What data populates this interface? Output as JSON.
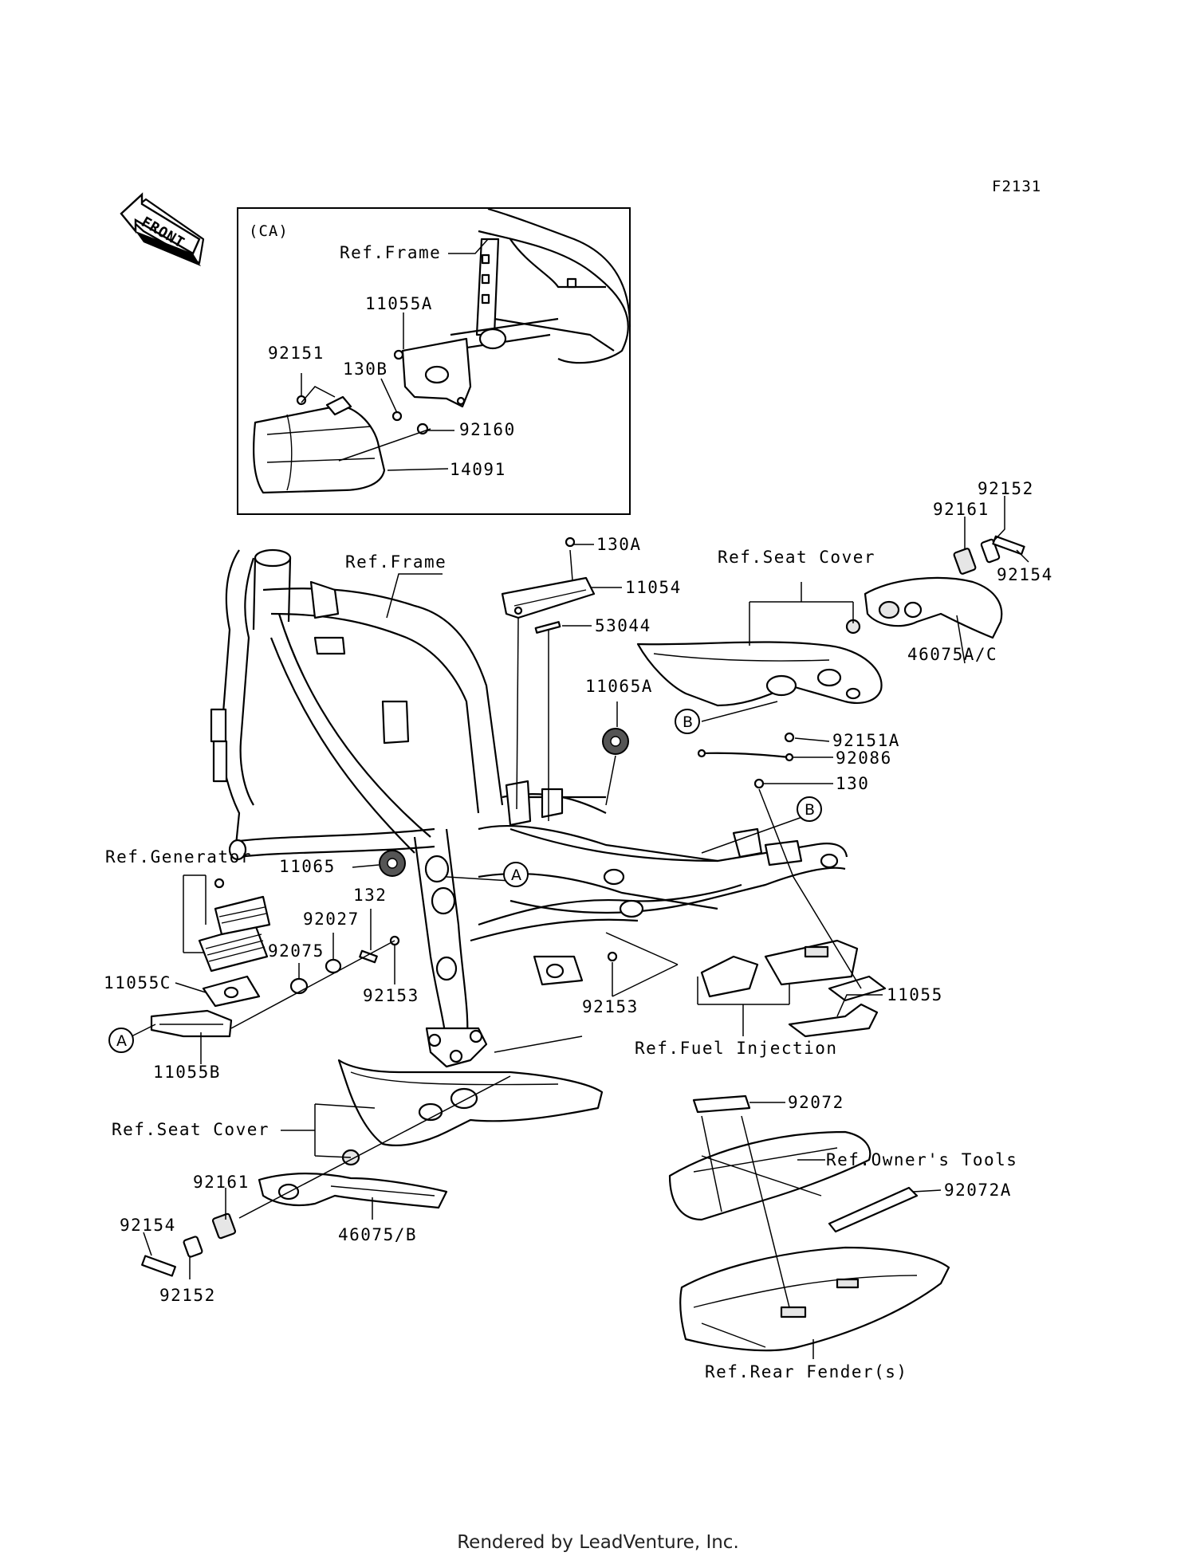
{
  "figure_id": "F2131",
  "front_arrow": "FRONT",
  "inset": {
    "tag": "(CA)",
    "labels": {
      "ref_frame": "Ref.Frame",
      "p11055A": "11055A",
      "p92151": "92151",
      "p130B": "130B",
      "p92160": "92160",
      "p14091": "14091"
    }
  },
  "labels": {
    "p92152_top": "92152",
    "p92161_top": "92161",
    "p92154_top": "92154",
    "ref_seat_cover_top": "Ref.Seat Cover",
    "p46075AC": "46075A/C",
    "ref_frame_main": "Ref.Frame",
    "p130A": "130A",
    "p11054": "11054",
    "p53044": "53044",
    "p11065A": "11065A",
    "p92151A": "92151A",
    "p92086": "92086",
    "p130": "130",
    "ref_generator": "Ref.Generator",
    "p11065": "11065",
    "p132": "132",
    "p92027": "92027",
    "p92075": "92075",
    "p11055C": "11055C",
    "p92153_left": "92153",
    "p92153_right": "92153",
    "p11055B": "11055B",
    "p11055": "11055",
    "ref_fuel_injection": "Ref.Fuel Injection",
    "ref_seat_cover_bottom": "Ref.Seat Cover",
    "p92161_bottom": "92161",
    "p46075B": "46075/B",
    "p92154_bottom": "92154",
    "p92152_bottom": "92152",
    "p92072": "92072",
    "ref_owners_tools": "Ref.Owner's Tools",
    "p92072A": "92072A",
    "ref_rear_fender": "Ref.Rear Fender(s)"
  },
  "callouts": {
    "A": "A",
    "B": "B"
  },
  "footer": "Rendered by LeadVenture, Inc."
}
